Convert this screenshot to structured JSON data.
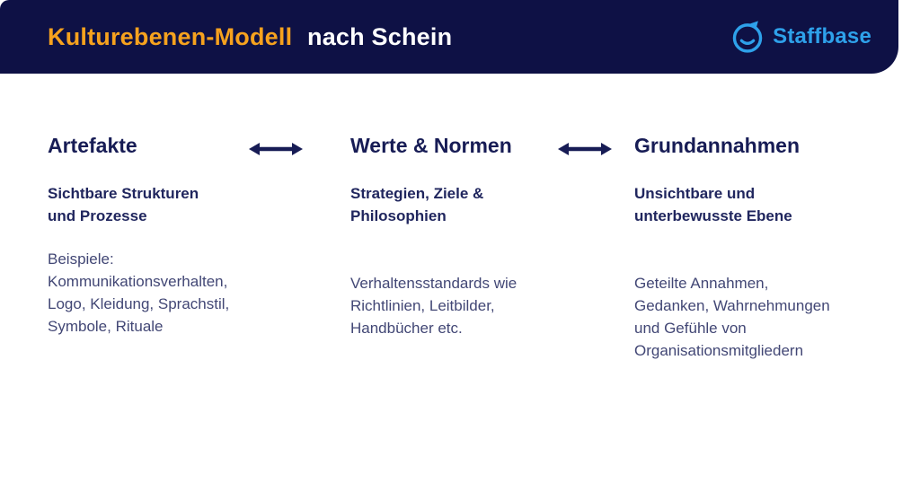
{
  "header": {
    "title_highlight": "Kulturebenen-Modell",
    "title_rest": "nach Schein",
    "logo_text": "Staffbase"
  },
  "colors": {
    "banner_bg": "#0E1145",
    "title_highlight": "#F6A21E",
    "title_rest": "#FFFFFF",
    "logo_blue": "#2EA1EA",
    "heading_navy": "#171C55",
    "subtitle_navy": "#20265E",
    "body_indigo": "#424775"
  },
  "icons": {
    "logo_mark": "staffbase-smiley-bubble-icon",
    "between_columns": "double-headed-arrow-icon"
  },
  "columns": [
    {
      "title": "Artefakte",
      "subtitle": "Sichtbare Strukturen\nund Prozesse",
      "body": "Beispiele:\nKommunikationsverhalten,\nLogo, Kleidung, Sprachstil,\nSymbole, Rituale"
    },
    {
      "title": "Werte & Normen",
      "subtitle": "Strategien, Ziele &\nPhilosophien",
      "body": "Verhaltensstandards wie\nRichtlinien, Leitbilder,\nHandbücher etc."
    },
    {
      "title": "Grundannahmen",
      "subtitle": "Unsichtbare und\nunterbewusste Ebene",
      "body": "Geteilte Annahmen,\nGedanken, Wahrnehmungen\nund Gefühle von\nOrganisationsmitgliedern"
    }
  ]
}
